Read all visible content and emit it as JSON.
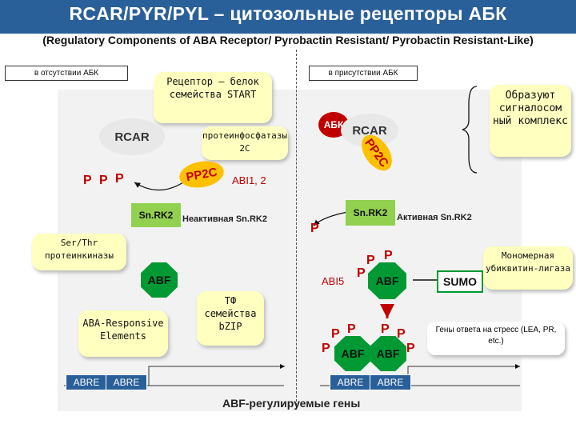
{
  "header": {
    "title": "RCAR/PYR/PYL – цитозольные рецепторы АБК",
    "subtitle": "(Regulatory Components of ABA Receptor/ Pyrobactin Resistant/ Pyrobactin Resistant-Like)"
  },
  "panels": {
    "left_label": "в отсутствии АБК",
    "right_label": "в присутствии АБК"
  },
  "callouts": {
    "receptor": "Рецептор – белок семейства START",
    "phosphatases": "протеинфосфатазы 2С",
    "complex": "Образуют сигналосом ный комплекс",
    "kinases": "Ser/Thr протеинкиназы",
    "elements": "ABA-Responsive Elements",
    "tf": "ТФ семейства bZIP",
    "ubiquitin": "Мономерная убиквитин-лигаза",
    "stress_genes": "Гены ответа на стресс (LEA, PR, etc.)"
  },
  "left": {
    "rcar": "RCAR",
    "pp2c": "PP2C",
    "abi": "ABI1, 2",
    "snrk": "Sn.RK2",
    "snrk_state": "Неактивная Sn.RK2",
    "p": "P",
    "abf": "ABF",
    "abre": [
      "ABRE",
      "ABRE"
    ]
  },
  "right": {
    "abk": "АБК",
    "rcar": "RCAR",
    "pp2c": "PP2C",
    "snrk": "Sn.RK2",
    "snrk_state": "Активная Sn.RK2",
    "p": "P",
    "abi5": "ABI5",
    "abf": "ABF",
    "sumo": "SUMO",
    "abre": [
      "ABRE",
      "ABRE"
    ]
  },
  "footer": {
    "genes_label": "ABF-регулируемые гены"
  },
  "colors": {
    "title_bar": "#2a6099",
    "callout": "#ffffc0",
    "pp2c": "#ffc000",
    "snrk": "#92d050",
    "abf": "#009933",
    "abk": "#c00000"
  }
}
